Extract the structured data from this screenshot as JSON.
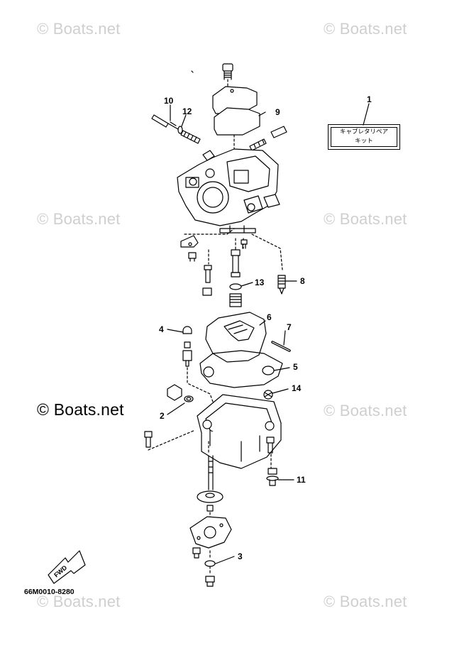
{
  "watermarks": [
    {
      "id": "wm-top-left",
      "text": "© Boats.net",
      "strong": false
    },
    {
      "id": "wm-top-right",
      "text": "© Boats.net",
      "strong": false
    },
    {
      "id": "wm-mid-left",
      "text": "© Boats.net",
      "strong": false
    },
    {
      "id": "wm-mid-right",
      "text": "© Boats.net",
      "strong": false
    },
    {
      "id": "wm-low-left",
      "text": "© Boats.net",
      "strong": true
    },
    {
      "id": "wm-low-right",
      "text": "© Boats.net",
      "strong": false
    },
    {
      "id": "wm-bottom-left",
      "text": "© Boats.net",
      "strong": false
    },
    {
      "id": "wm-bottom-right",
      "text": "© Boats.net",
      "strong": false
    }
  ],
  "callouts": {
    "c1": "1",
    "c2": "2",
    "c3": "3",
    "c4": "4",
    "c5": "5",
    "c6": "6",
    "c7": "7",
    "c8": "8",
    "c9": "9",
    "c10": "10",
    "c11": "11",
    "c12": "12",
    "c13": "13",
    "c14": "14"
  },
  "kit_label": {
    "line1": "キャブレタリペア",
    "line2": "キット"
  },
  "fwd_label": "FWD",
  "diagram_code": "66M0010-8280"
}
